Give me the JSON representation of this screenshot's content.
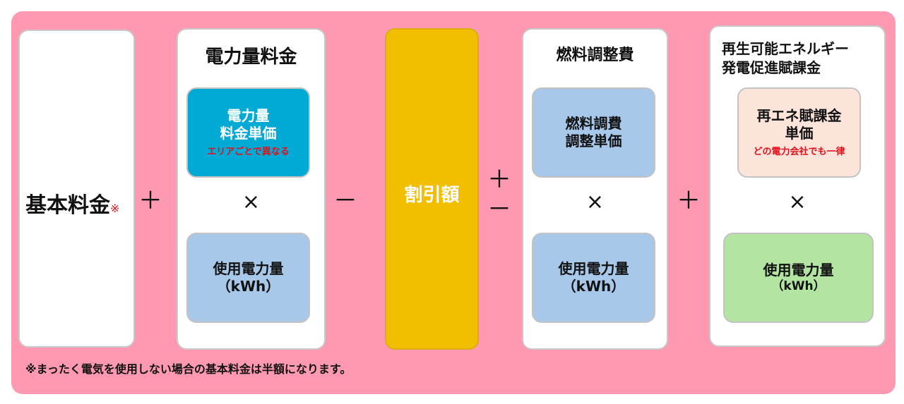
{
  "colors": {
    "background": "#fe99b1",
    "card": "#ffffff",
    "unit_price_blue": "#00aad5",
    "light_blue": "#a8c8ea",
    "discount_yellow": "#f2bf00",
    "renewable_peach": "#fce4da",
    "usage_green": "#b4e4a2",
    "accent_red": "#e3101a"
  },
  "basic_fee": {
    "label": "基本料金",
    "mark": "※"
  },
  "operators": {
    "plus1": "＋",
    "minus": "－",
    "plus_minus_plus": "＋",
    "plus_minus_minus": "－",
    "plus2": "＋"
  },
  "energy_charge": {
    "title": "電力量料金",
    "unit_price_line1": "電力量",
    "unit_price_line2": "料金単価",
    "unit_price_note": "エリアごとで異なる",
    "times": "×",
    "usage_line1": "使用電力量",
    "usage_line2": "（kWh）"
  },
  "discount": {
    "label": "割引額"
  },
  "fuel_adjustment": {
    "title": "燃料調整費",
    "unit_price_line1": "燃料調費",
    "unit_price_line2": "調整単価",
    "times": "×",
    "usage_line1": "使用電力量",
    "usage_line2": "（kWh）"
  },
  "renewable_levy": {
    "title_line1": "再生可能エネルギー",
    "title_line2": "発電促進賦課金",
    "unit_price_line1": "再エネ賦課金",
    "unit_price_line2": "単価",
    "unit_price_note": "どの電力会社でも一律",
    "times": "×",
    "usage_line1": "使用電力量",
    "usage_line2": "（kWh）"
  },
  "footnote": "※まったく電気を使用しない場合の基本料金は半額になります。"
}
